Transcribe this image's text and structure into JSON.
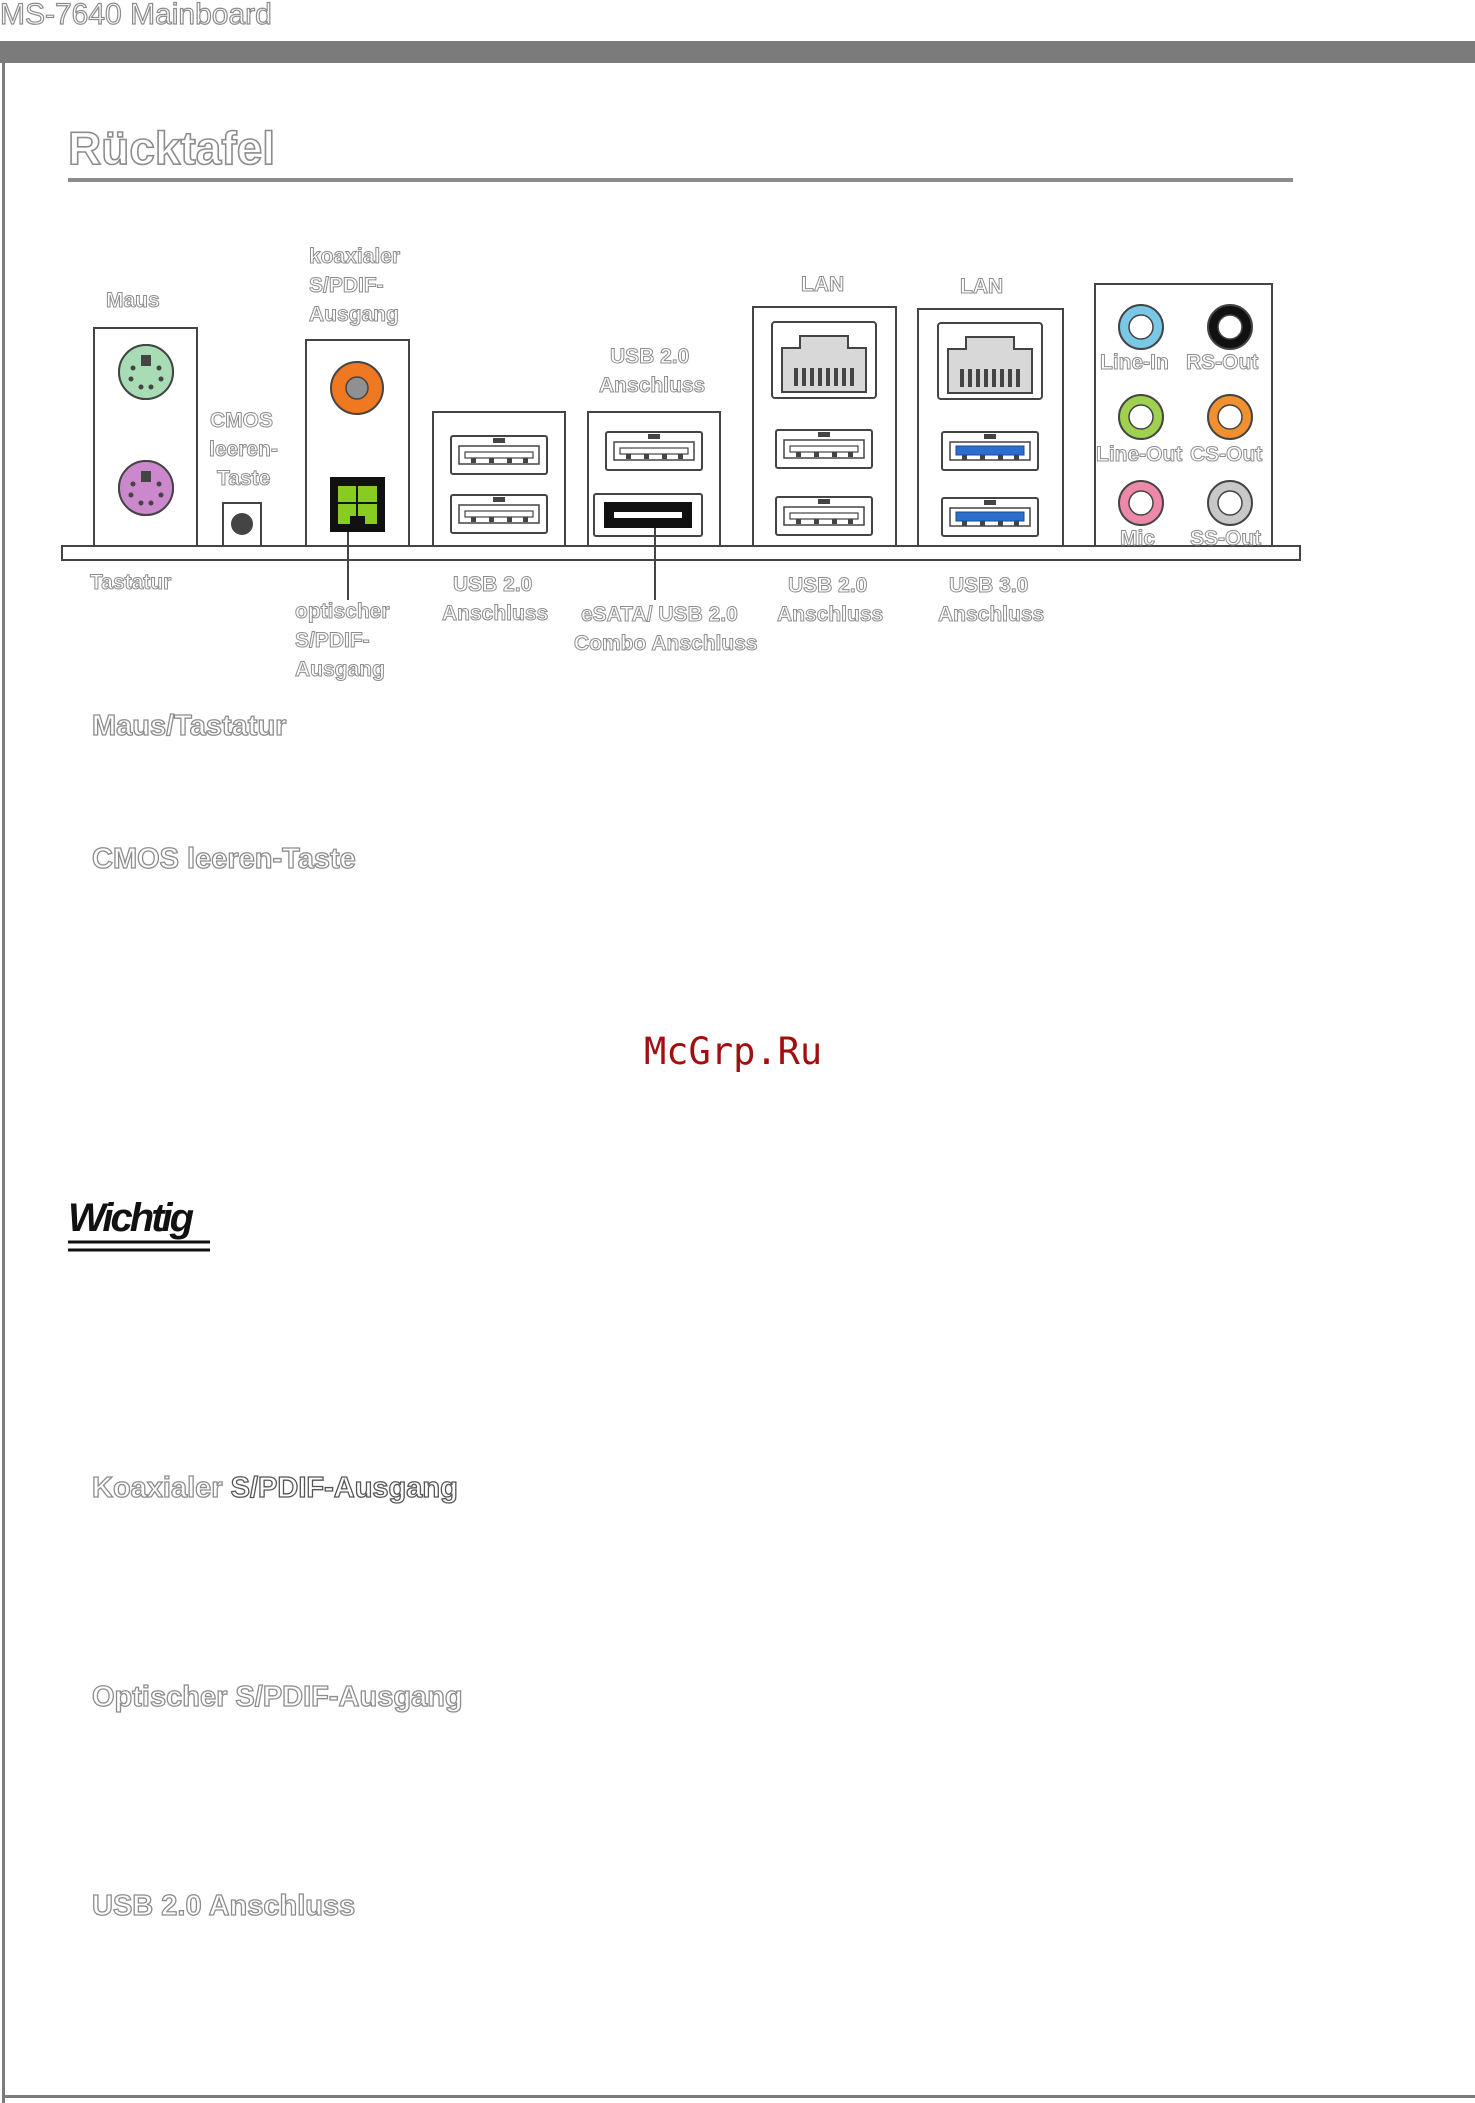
{
  "header": {
    "title": "MS-7640 Mainboard"
  },
  "page": {
    "title": "Rücktafel"
  },
  "diagram": {
    "labels": {
      "maus": "Maus",
      "tastatur": "Tastatur",
      "cmos_1": "CMOS",
      "cmos_2": "leeren-",
      "cmos_3": "Taste",
      "coax_1": "koaxialer",
      "coax_2": "S/PDIF-",
      "coax_3": "Ausgang",
      "opt_1": "optischer",
      "opt_2": "S/PDIF-",
      "opt_3": "Ausgang",
      "usb2_top_1": "USB 2.0",
      "usb2_top_2": "Anschluss",
      "usb2_bottom_1": "USB 2.0",
      "usb2_bottom_2": "Anschluss",
      "esata_1": "eSATA/ USB 2.0",
      "esata_2": "Combo Anschluss",
      "lan1": "LAN",
      "lan2": "LAN",
      "usb2_lan_1": "USB 2.0",
      "usb2_lan_2": "Anschluss",
      "usb3_1": "USB 3.0",
      "usb3_2": "Anschluss",
      "line_in": "Line-In",
      "rs_out": "RS-Out",
      "line_out": "Line-Out",
      "cs_out": "CS-Out",
      "mic": "Mic",
      "ss_out": "SS-Out"
    }
  },
  "sections": {
    "maus_tastatur": "Maus/Tastatur",
    "cmos": "CMOS leeren-Taste",
    "wichtig": "Wichtig",
    "koax_a": "Koaxialer",
    "koax_b": "S/PDIF-Ausgang",
    "optisch": "Optischer S/PDIF-Ausgang",
    "usb2": "USB 2.0 Anschluss"
  },
  "watermark": {
    "text": "McGrp.Ru"
  },
  "colors": {
    "ps2_mouse": "#a8dcb4",
    "ps2_keyboard": "#cc88cc",
    "coax": "#f07820",
    "optical": "#88cc22",
    "usb3": "#2a6fd0",
    "line_in": "#78c8e6",
    "line_out": "#a0d050",
    "mic": "#ee88a8",
    "rs_out": "#111111",
    "cs_out": "#f09030",
    "ss_out": "#c8c8c8",
    "watermark": "#a01010"
  }
}
